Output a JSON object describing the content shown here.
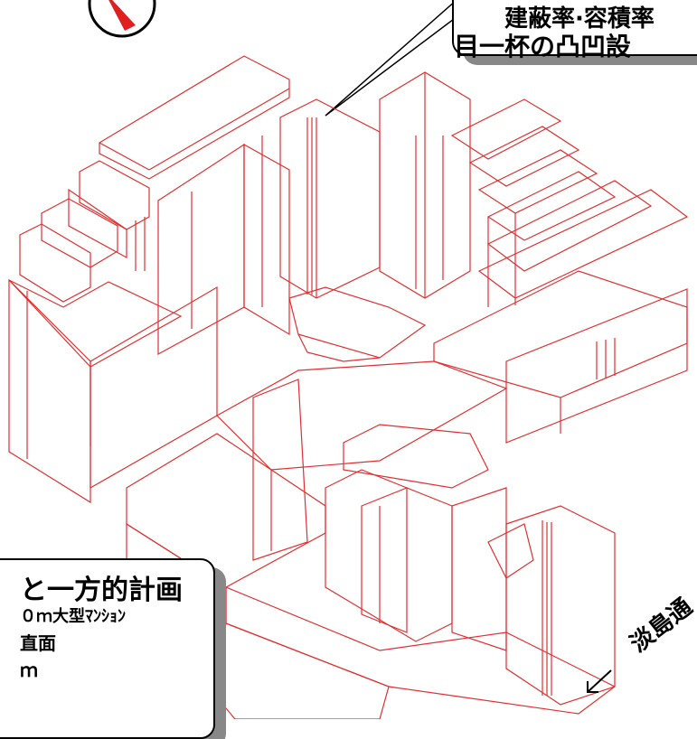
{
  "callout_top": {
    "line1": "建蔽率·容積率",
    "line2": "目一杯の凸凹設"
  },
  "callout_bottom": {
    "line1": "と一方的計画",
    "line2": "０ｍ大型ﾏﾝｼｮﾝ",
    "line3": "直面",
    "line4": "ｍ"
  },
  "road_label": "淡島通",
  "colors": {
    "building_line": "#e03030",
    "compass_red": "#e02020",
    "callout_shadow": "#888888",
    "text": "#000000"
  }
}
